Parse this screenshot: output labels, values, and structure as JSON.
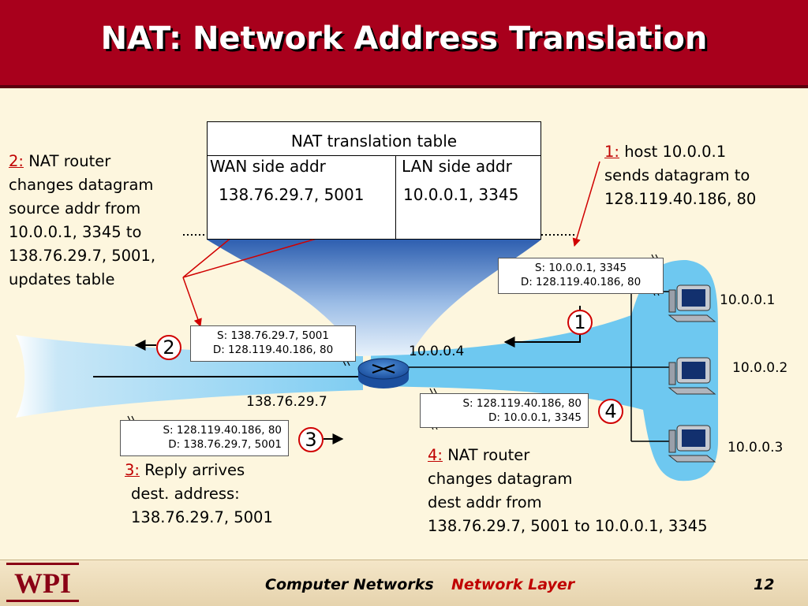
{
  "title": "NAT: Network Address Translation",
  "nat_table": {
    "title": "NAT translation table",
    "wan_header": "WAN side addr",
    "lan_header": "LAN side addr",
    "wan_entry": "138.76.29.7, 5001",
    "lan_entry": "10.0.0.1, 3345"
  },
  "steps": [
    {
      "num": "1:",
      "text": [
        "host 10.0.0.1",
        "sends datagram to",
        "128.119.40.186, 80"
      ]
    },
    {
      "num": "2:",
      "text": [
        "NAT router",
        "changes datagram",
        "source addr from",
        "10.0.0.1, 3345 to",
        "138.76.29.7, 5001,",
        "updates table"
      ]
    },
    {
      "num": "3:",
      "text": [
        "Reply arrives",
        "dest. address:",
        "138.76.29.7, 5001"
      ]
    },
    {
      "num": "4:",
      "text": [
        "NAT router",
        "changes datagram",
        "dest addr from",
        "138.76.29.7, 5001 to 10.0.0.1, 3345"
      ]
    }
  ],
  "datagrams": {
    "d1": {
      "src": "S: 10.0.0.1, 3345",
      "dst": "D: 128.119.40.186, 80"
    },
    "d2": {
      "src": "S: 138.76.29.7, 5001",
      "dst": "D: 128.119.40.186, 80"
    },
    "d3": {
      "src": "S: 128.119.40.186, 80",
      "dst": "D: 138.76.29.7, 5001"
    },
    "d4": {
      "src": "S: 128.119.40.186, 80",
      "dst": "D: 10.0.0.1, 3345"
    }
  },
  "step_numbers": [
    "1",
    "2",
    "3",
    "4"
  ],
  "addresses": {
    "router_lan": "10.0.0.4",
    "router_wan": "138.76.29.7",
    "host1": "10.0.0.1",
    "host2": "10.0.0.2",
    "host3": "10.0.0.3"
  },
  "footer": {
    "logo": "WPI",
    "course": "Computer Networks",
    "section": "Network Layer",
    "page": "12"
  },
  "colors": {
    "header": "#a8001c",
    "accent_red": "#d00000",
    "lan_blue": "#6ec8f0",
    "background": "#fdf6de"
  }
}
